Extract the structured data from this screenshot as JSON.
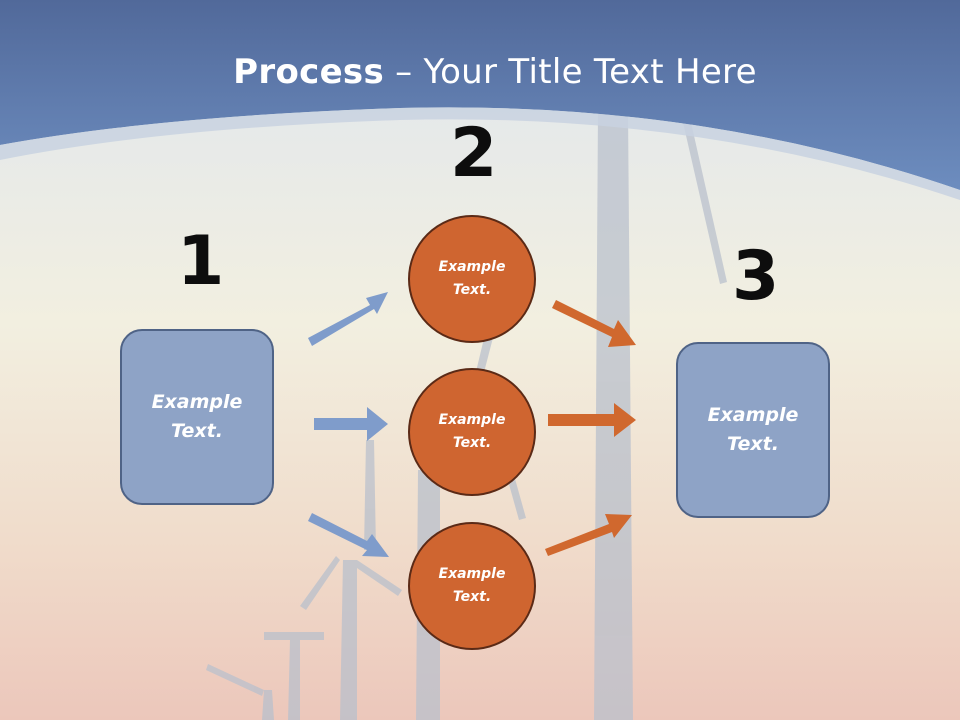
{
  "slide": {
    "title_bold": "Process",
    "title_rest": " – Your Title Text Here"
  },
  "steps": [
    {
      "number": "1"
    },
    {
      "number": "2"
    },
    {
      "number": "3"
    }
  ],
  "boxes": {
    "left": {
      "line1": "Example",
      "line2": "Text."
    },
    "right": {
      "line1": "Example",
      "line2": "Text."
    }
  },
  "circles": [
    {
      "line1": "Example",
      "line2": "Text."
    },
    {
      "line1": "Example",
      "line2": "Text."
    },
    {
      "line1": "Example",
      "line2": "Text."
    }
  ],
  "colors": {
    "header_blue": "#6b8bbb",
    "box_fill": "#8ea3c6",
    "circle_fill": "#cf6530",
    "blue_arrow": "#7f9ccb",
    "orange_arrow": "#d0682e"
  }
}
